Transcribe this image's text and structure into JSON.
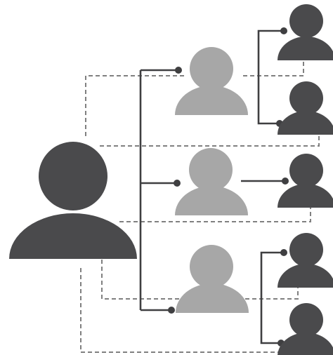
{
  "diagram": {
    "type": "hierarchy",
    "colors": {
      "dark": "#4a4a4c",
      "light": "#a7a7a7",
      "solid_line": "#3f3f41",
      "dashed_line": "#808080",
      "background": "#ffffff"
    },
    "nodes": [
      {
        "id": "root",
        "role": "root",
        "shade": "dark",
        "icon": "person-icon"
      },
      {
        "id": "mid-1",
        "role": "intermediate",
        "shade": "light",
        "parent": "root",
        "icon": "person-icon"
      },
      {
        "id": "mid-2",
        "role": "intermediate",
        "shade": "light",
        "parent": "root",
        "icon": "person-icon"
      },
      {
        "id": "mid-3",
        "role": "intermediate",
        "shade": "light",
        "parent": "root",
        "icon": "person-icon"
      },
      {
        "id": "leaf-1",
        "role": "leaf",
        "shade": "dark",
        "parent": "mid-1",
        "icon": "person-icon"
      },
      {
        "id": "leaf-2",
        "role": "leaf",
        "shade": "dark",
        "parent": "mid-1",
        "icon": "person-icon"
      },
      {
        "id": "leaf-3",
        "role": "leaf",
        "shade": "dark",
        "parent": "mid-2",
        "icon": "person-icon"
      },
      {
        "id": "leaf-4",
        "role": "leaf",
        "shade": "dark",
        "parent": "mid-3",
        "icon": "person-icon"
      },
      {
        "id": "leaf-5",
        "role": "leaf",
        "shade": "dark",
        "parent": "mid-3",
        "icon": "person-icon"
      }
    ],
    "solid_connections": [
      {
        "from": "root",
        "to": "mid-1"
      },
      {
        "from": "root",
        "to": "mid-2"
      },
      {
        "from": "root",
        "to": "mid-3"
      },
      {
        "from": "mid-1",
        "to": "leaf-1"
      },
      {
        "from": "mid-1",
        "to": "leaf-2"
      },
      {
        "from": "mid-2",
        "to": "leaf-3"
      },
      {
        "from": "mid-3",
        "to": "leaf-4"
      },
      {
        "from": "mid-3",
        "to": "leaf-5"
      }
    ],
    "dashed_connections": [
      {
        "from": "root",
        "to": "leaf-5"
      },
      {
        "from": "mid-3",
        "to": "leaf-4"
      },
      {
        "from": "root",
        "to": "leaf-3"
      },
      {
        "from": "mid-1",
        "to": "leaf-1"
      },
      {
        "from": "mid-1",
        "to": "leaf-2"
      }
    ]
  }
}
